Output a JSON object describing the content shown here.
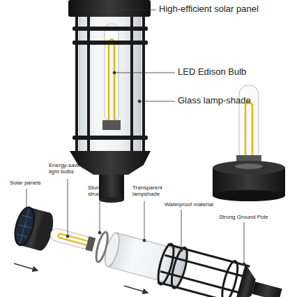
{
  "diagram": {
    "labels": [
      "High-efficient solar panel",
      "LED Edison Bulb",
      "Glass lamp-shade",
      "Solar panels",
      "Energy-saving light bulbs",
      "Sturdy structure",
      "Transparent lampshade",
      "Waterproof material",
      "Strong Ground Pole"
    ]
  }
}
